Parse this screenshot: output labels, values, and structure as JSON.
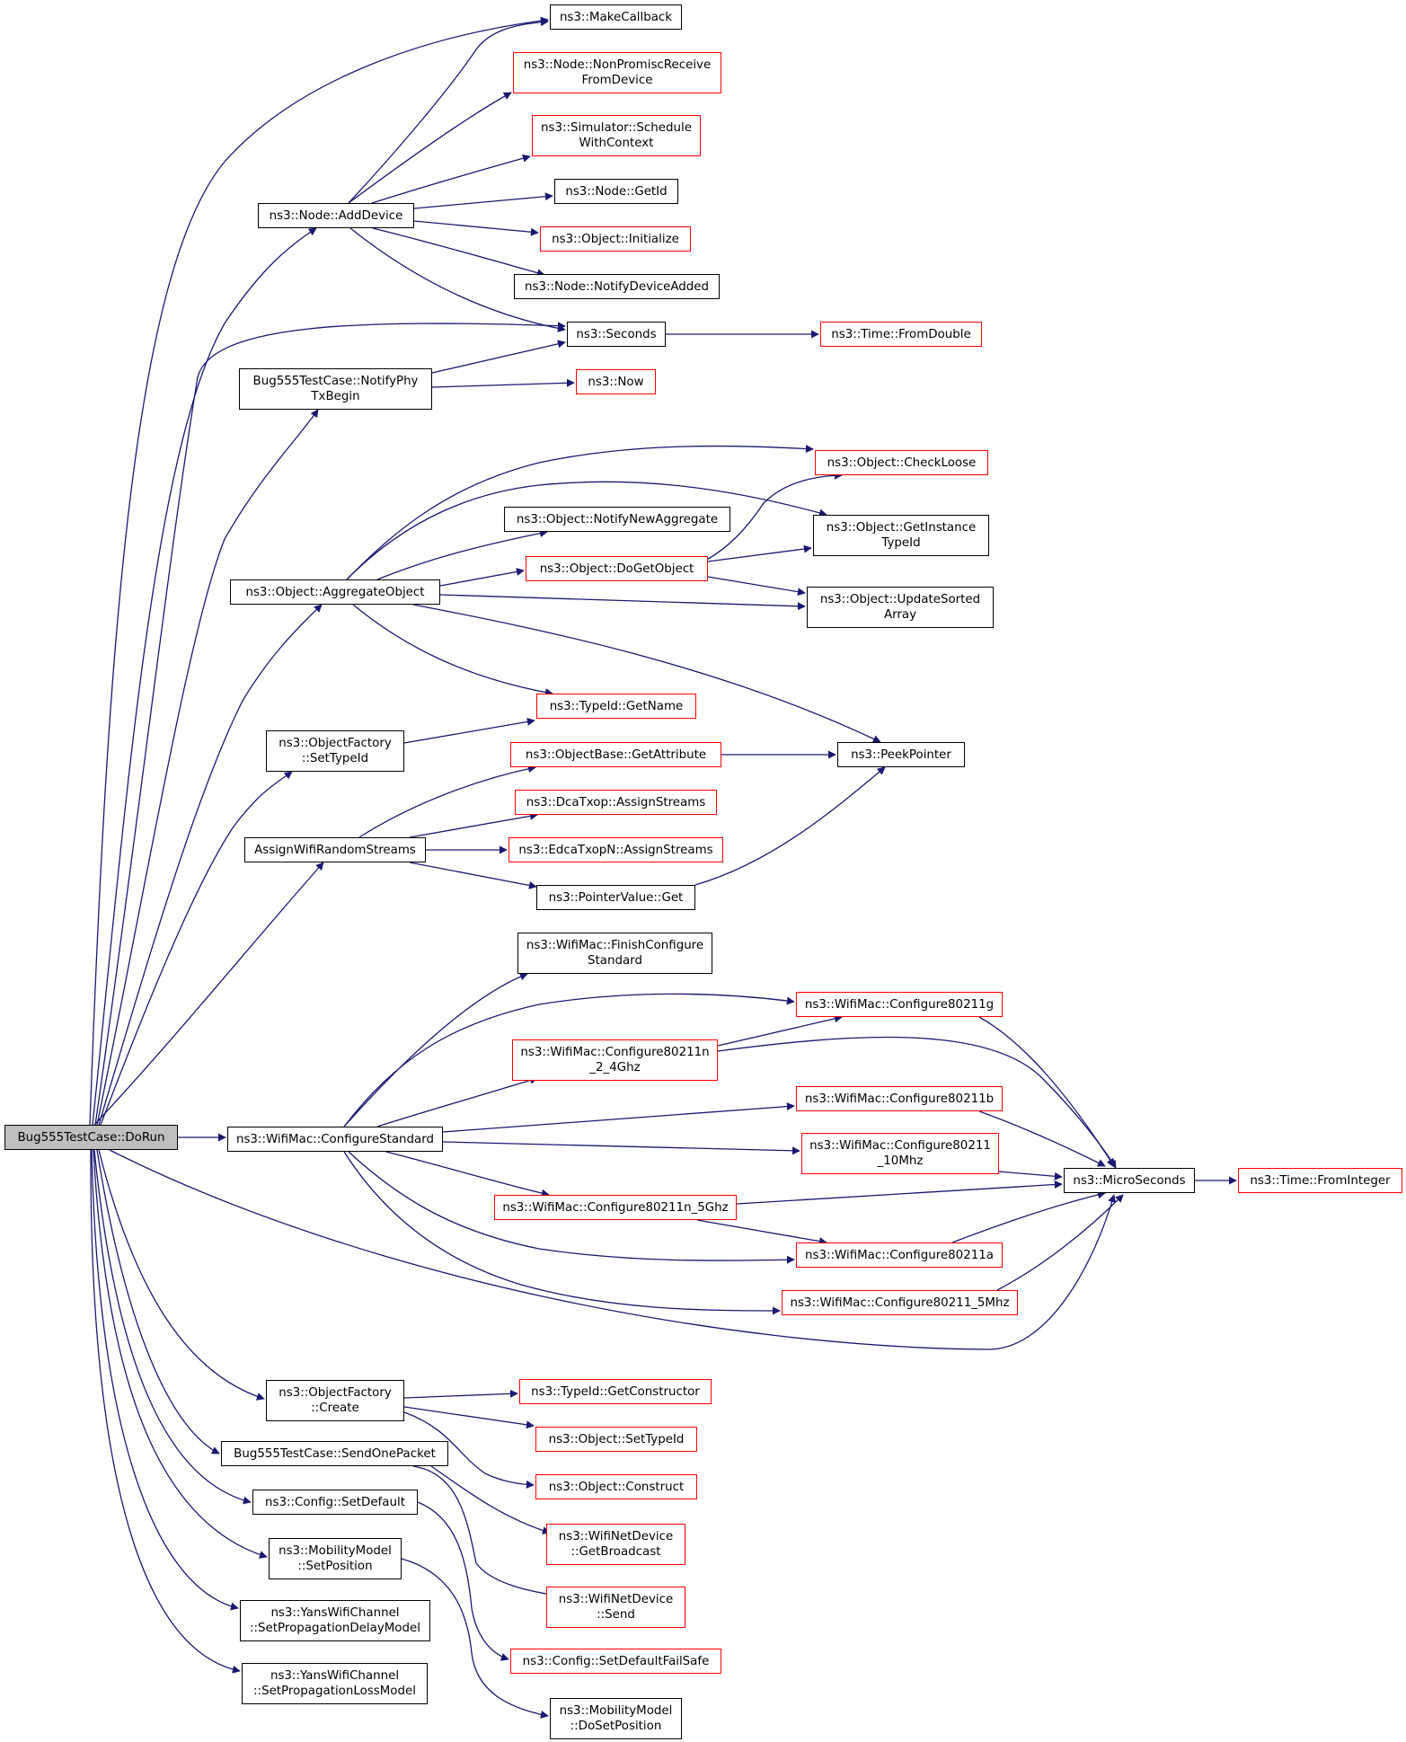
{
  "colors": {
    "edge": "#191970",
    "node_border": "#000000",
    "undocumented_border": "#ff0000",
    "root_fill": "#bfbfbf"
  },
  "nodes": {
    "root": {
      "label": "Bug555TestCase::DoRun"
    },
    "makeCallback": {
      "label": "ns3::MakeCallback"
    },
    "nonPromisc": {
      "label": "ns3::Node::NonPromiscReceive\nFromDevice"
    },
    "scheduleWithContext": {
      "label": "ns3::Simulator::Schedule\nWithContext"
    },
    "getId": {
      "label": "ns3::Node::GetId"
    },
    "addDevice": {
      "label": "ns3::Node::AddDevice"
    },
    "objInitialize": {
      "label": "ns3::Object::Initialize"
    },
    "notifyDeviceAdded": {
      "label": "ns3::Node::NotifyDeviceAdded"
    },
    "seconds": {
      "label": "ns3::Seconds"
    },
    "timeFromDouble": {
      "label": "ns3::Time::FromDouble"
    },
    "notifyPhyTxBegin": {
      "label": "Bug555TestCase::NotifyPhy\nTxBegin"
    },
    "now": {
      "label": "ns3::Now"
    },
    "checkLoose": {
      "label": "ns3::Object::CheckLoose"
    },
    "notifyNewAggregate": {
      "label": "ns3::Object::NotifyNewAggregate"
    },
    "getInstanceTypeId": {
      "label": "ns3::Object::GetInstance\nTypeId"
    },
    "doGetObject": {
      "label": "ns3::Object::DoGetObject"
    },
    "aggregateObject": {
      "label": "ns3::Object::AggregateObject"
    },
    "updateSortedArray": {
      "label": "ns3::Object::UpdateSorted\nArray"
    },
    "typeIdGetName": {
      "label": "ns3::TypeId::GetName"
    },
    "ofSetTypeId": {
      "label": "ns3::ObjectFactory\n::SetTypeId"
    },
    "getAttribute": {
      "label": "ns3::ObjectBase::GetAttribute"
    },
    "peekPointer": {
      "label": "ns3::PeekPointer"
    },
    "dcaAssign": {
      "label": "ns3::DcaTxop::AssignStreams"
    },
    "assignWifi": {
      "label": "AssignWifiRandomStreams"
    },
    "edcaAssign": {
      "label": "ns3::EdcaTxopN::AssignStreams"
    },
    "pointerGet": {
      "label": "ns3::PointerValue::Get"
    },
    "finishConfigure": {
      "label": "ns3::WifiMac::FinishConfigure\nStandard"
    },
    "cfg80211g": {
      "label": "ns3::WifiMac::Configure80211g"
    },
    "cfg80211n24": {
      "label": "ns3::WifiMac::Configure80211n\n_2_4Ghz"
    },
    "cfg80211b": {
      "label": "ns3::WifiMac::Configure80211b"
    },
    "configureStandard": {
      "label": "ns3::WifiMac::ConfigureStandard"
    },
    "cfg10Mhz": {
      "label": "ns3::WifiMac::Configure80211\n_10Mhz"
    },
    "microSeconds": {
      "label": "ns3::MicroSeconds"
    },
    "timeFromInteger": {
      "label": "ns3::Time::FromInteger"
    },
    "cfg80211n5": {
      "label": "ns3::WifiMac::Configure80211n_5Ghz"
    },
    "cfg80211a": {
      "label": "ns3::WifiMac::Configure80211a"
    },
    "cfg5Mhz": {
      "label": "ns3::WifiMac::Configure80211_5Mhz"
    },
    "getConstructor": {
      "label": "ns3::TypeId::GetConstructor"
    },
    "ofCreate": {
      "label": "ns3::ObjectFactory\n::Create"
    },
    "objSetTypeId": {
      "label": "ns3::Object::SetTypeId"
    },
    "sendOnePacket": {
      "label": "Bug555TestCase::SendOnePacket"
    },
    "objConstruct": {
      "label": "ns3::Object::Construct"
    },
    "configSetDefault": {
      "label": "ns3::Config::SetDefault"
    },
    "getBroadcast": {
      "label": "ns3::WifiNetDevice\n::GetBroadcast"
    },
    "setPosition": {
      "label": "ns3::MobilityModel\n::SetPosition"
    },
    "send": {
      "label": "ns3::WifiNetDevice\n::Send"
    },
    "setDelayModel": {
      "label": "ns3::YansWifiChannel\n::SetPropagationDelayModel"
    },
    "setDefaultFailSafe": {
      "label": "ns3::Config::SetDefaultFailSafe"
    },
    "setLossModel": {
      "label": "ns3::YansWifiChannel\n::SetPropagationLossModel"
    },
    "doSetPosition": {
      "label": "ns3::MobilityModel\n::DoSetPosition"
    }
  }
}
